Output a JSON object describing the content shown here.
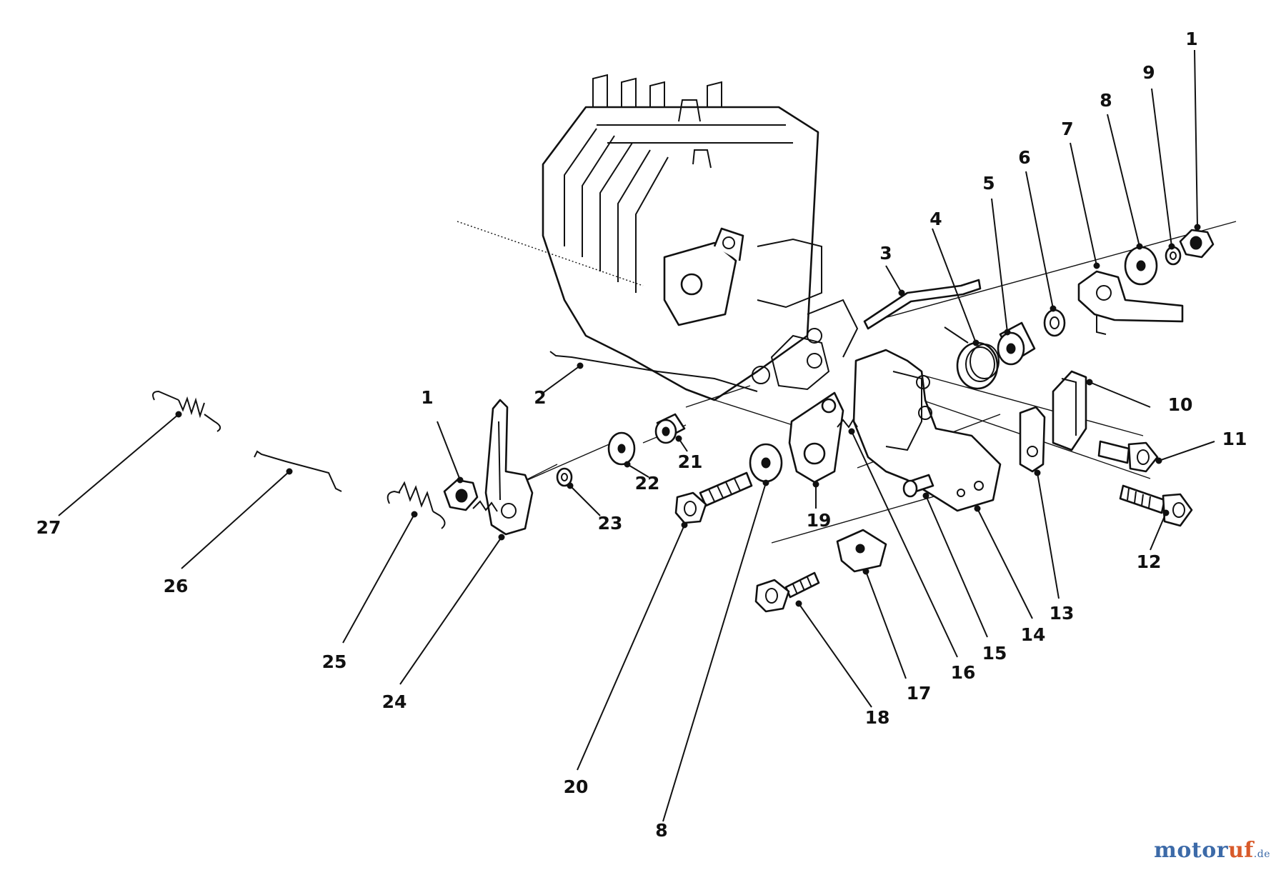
{
  "watermark": {
    "brand_left": "motor",
    "brand_accent": "uf",
    "brand_suffix": ".de"
  },
  "callouts": [
    {
      "id": "c1a",
      "label": "1"
    },
    {
      "id": "c9",
      "label": "9"
    },
    {
      "id": "c8a",
      "label": "8"
    },
    {
      "id": "c7",
      "label": "7"
    },
    {
      "id": "c6",
      "label": "6"
    },
    {
      "id": "c5",
      "label": "5"
    },
    {
      "id": "c4",
      "label": "4"
    },
    {
      "id": "c3",
      "label": "3"
    },
    {
      "id": "c2",
      "label": "2"
    },
    {
      "id": "c10",
      "label": "10"
    },
    {
      "id": "c11",
      "label": "11"
    },
    {
      "id": "c12",
      "label": "12"
    },
    {
      "id": "c13",
      "label": "13"
    },
    {
      "id": "c14",
      "label": "14"
    },
    {
      "id": "c15",
      "label": "15"
    },
    {
      "id": "c16",
      "label": "16"
    },
    {
      "id": "c17",
      "label": "17"
    },
    {
      "id": "c18",
      "label": "18"
    },
    {
      "id": "c19",
      "label": "19"
    },
    {
      "id": "c20",
      "label": "20"
    },
    {
      "id": "c8b",
      "label": "8"
    },
    {
      "id": "c21",
      "label": "21"
    },
    {
      "id": "c22",
      "label": "22"
    },
    {
      "id": "c23",
      "label": "23"
    },
    {
      "id": "c1b",
      "label": "1"
    },
    {
      "id": "c24",
      "label": "24"
    },
    {
      "id": "c25",
      "label": "25"
    },
    {
      "id": "c26",
      "label": "26"
    },
    {
      "id": "c27",
      "label": "27"
    }
  ]
}
